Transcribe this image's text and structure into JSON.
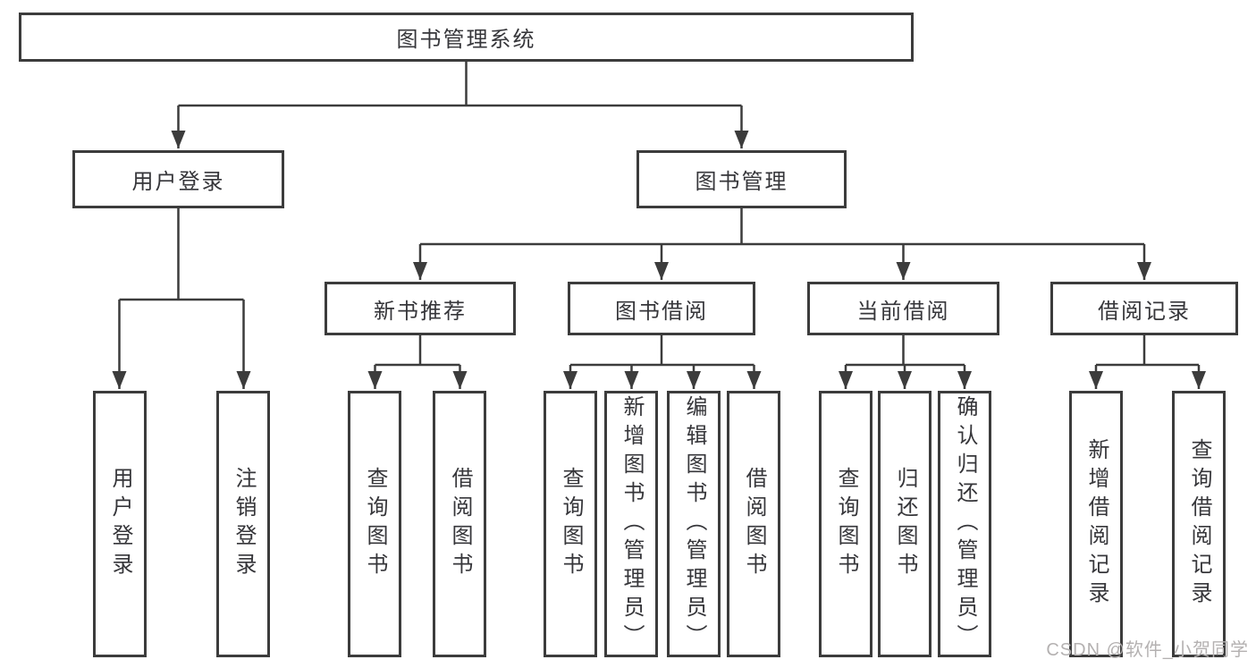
{
  "colors": {
    "line": "#3c3c3c",
    "text": "#36363a",
    "node_background": "#ffffff",
    "page_background": "#ffffff",
    "watermark_color": "#b4b1b1"
  },
  "watermark": "CSDN @软件_小贺同学",
  "tree": {
    "label": "图书管理系统",
    "children": [
      {
        "label": "用户登录",
        "children": [
          {
            "label": "用户登录"
          },
          {
            "label": "注销登录"
          }
        ]
      },
      {
        "label": "图书管理",
        "children": [
          {
            "label": "新书推荐",
            "children": [
              {
                "label": "查询图书"
              },
              {
                "label": "借阅图书"
              }
            ]
          },
          {
            "label": "图书借阅",
            "children": [
              {
                "label": "查询图书"
              },
              {
                "label": "新增图书（管理员）"
              },
              {
                "label": "编辑图书（管理员）"
              },
              {
                "label": "借阅图书"
              }
            ]
          },
          {
            "label": "当前借阅",
            "children": [
              {
                "label": "查询图书"
              },
              {
                "label": "归还图书"
              },
              {
                "label": "确认归还（管理员）"
              }
            ]
          },
          {
            "label": "借阅记录",
            "children": [
              {
                "label": "新增借阅记录"
              },
              {
                "label": "查询借阅记录"
              }
            ]
          }
        ]
      }
    ]
  }
}
